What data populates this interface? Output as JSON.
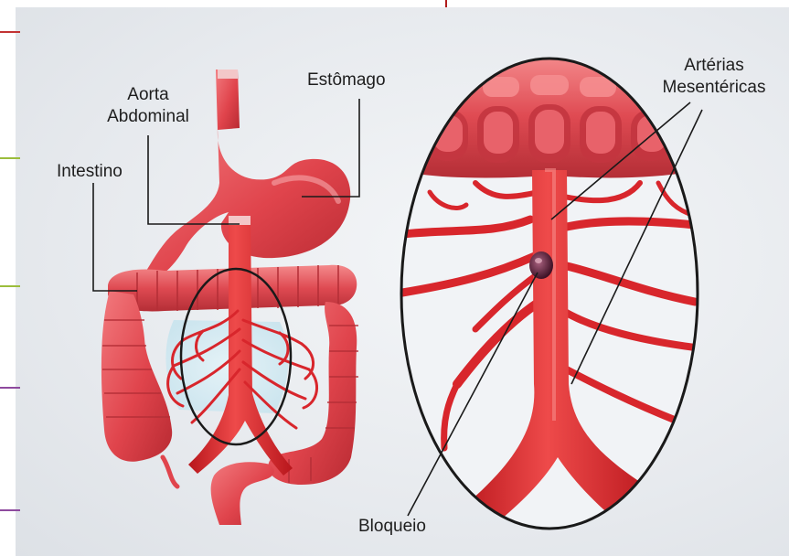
{
  "labels": {
    "aorta_line1": "Aorta",
    "aorta_line2": "Abdominal",
    "stomach": "Estômago",
    "intestine": "Intestino",
    "arteries_line1": "Artérias",
    "arteries_line2": "Mesentéricas",
    "blockage": "Bloqueio"
  },
  "colors": {
    "organ_red": "#e0444c",
    "artery_red": "#d8262c",
    "edge_marks": [
      "#c23232",
      "#9bbd3c",
      "#9bbd3c",
      "#8e4a9e",
      "#8e4a9e"
    ]
  }
}
